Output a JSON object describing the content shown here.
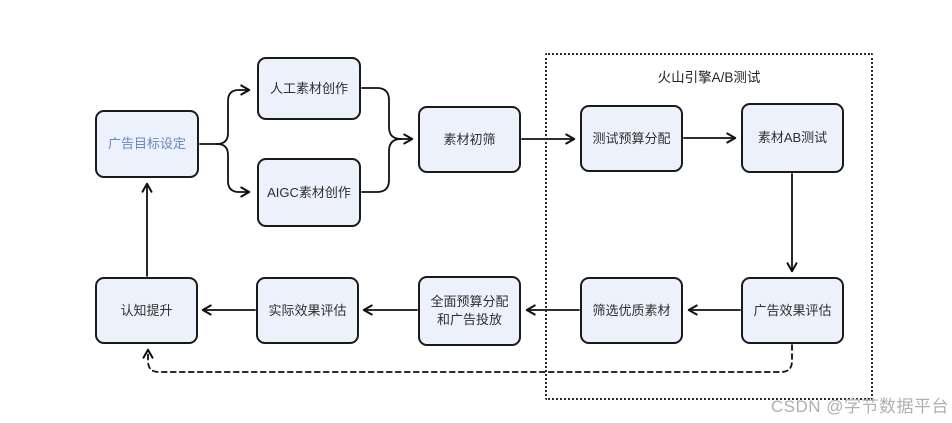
{
  "diagram": {
    "container": {
      "label": "火山引擎A/B测试"
    },
    "nodes": {
      "ad_goal": {
        "label": "广告目标设定"
      },
      "manual_creation": {
        "label": "人工素材创作"
      },
      "aigc_creation": {
        "label": "AIGC素材创作"
      },
      "initial_screening": {
        "label": "素材初筛"
      },
      "test_budget": {
        "label": "测试预算分配"
      },
      "ab_test": {
        "label": "素材AB测试"
      },
      "effect_eval": {
        "label": "广告效果评估"
      },
      "select_quality": {
        "label": "筛选优质素材"
      },
      "full_budget": {
        "label": "全面预算分配\n和广告投放"
      },
      "real_eval": {
        "label": "实际效果评估"
      },
      "cognition": {
        "label": "认知提升"
      }
    },
    "edges": [
      {
        "from": "广告目标设定",
        "to": "人工素材创作",
        "style": "solid"
      },
      {
        "from": "广告目标设定",
        "to": "AIGC素材创作",
        "style": "solid"
      },
      {
        "from": "人工素材创作",
        "to": "素材初筛",
        "style": "solid"
      },
      {
        "from": "AIGC素材创作",
        "to": "素材初筛",
        "style": "solid"
      },
      {
        "from": "素材初筛",
        "to": "测试预算分配",
        "style": "solid"
      },
      {
        "from": "测试预算分配",
        "to": "素材AB测试",
        "style": "solid"
      },
      {
        "from": "素材AB测试",
        "to": "广告效果评估",
        "style": "solid"
      },
      {
        "from": "广告效果评估",
        "to": "筛选优质素材",
        "style": "solid"
      },
      {
        "from": "筛选优质素材",
        "to": "全面预算分配和广告投放",
        "style": "solid"
      },
      {
        "from": "全面预算分配和广告投放",
        "to": "实际效果评估",
        "style": "solid"
      },
      {
        "from": "实际效果评估",
        "to": "认知提升",
        "style": "solid"
      },
      {
        "from": "认知提升",
        "to": "广告目标设定",
        "style": "solid"
      },
      {
        "from": "广告效果评估",
        "to": "认知提升",
        "style": "dashed"
      }
    ],
    "colors": {
      "node_fill": "#edf1fb",
      "node_border": "#1a1a1a",
      "edge": "#111111",
      "highlight_text": "#6688c6",
      "text": "#2f2f2f",
      "watermark": "#b0b0b0"
    },
    "watermark": "CSDN @字节数据平台"
  }
}
